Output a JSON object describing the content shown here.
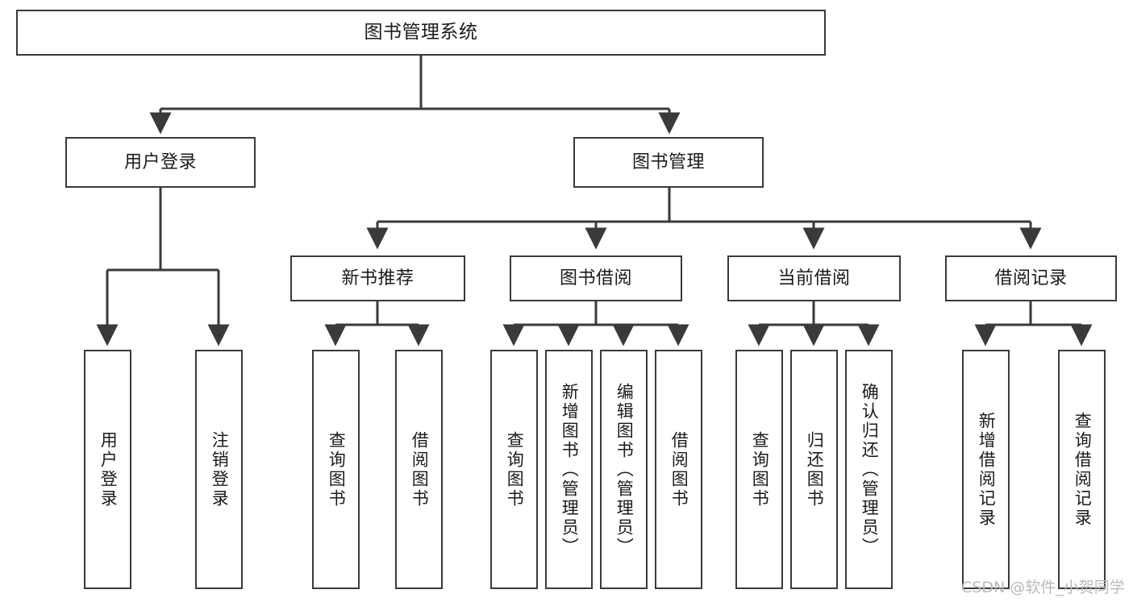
{
  "diagram": {
    "title": "图书管理系统",
    "type": "tree-hierarchy-chart",
    "orientation": "top-down",
    "colors": {
      "box_border": "#3a3a3a",
      "box_fill": "#ffffff",
      "edge": "#3a3a3a",
      "text": "#1b1b1b",
      "watermark": "#b9b9b9",
      "background": "#ffffff"
    }
  },
  "root": {
    "label": "图书管理系统"
  },
  "level2": [
    {
      "label": "用户登录"
    },
    {
      "label": "图书管理"
    }
  ],
  "level3": [
    {
      "label": "新书推荐"
    },
    {
      "label": "图书借阅"
    },
    {
      "label": "当前借阅"
    },
    {
      "label": "借阅记录"
    }
  ],
  "leaves": {
    "user_login": [
      {
        "label": "用户登录"
      },
      {
        "label": "注销登录"
      }
    ],
    "new_book_recommend": [
      {
        "label": "查询图书"
      },
      {
        "label": "借阅图书"
      }
    ],
    "book_borrow": [
      {
        "label": "查询图书"
      },
      {
        "label": "新增图书（管理员）"
      },
      {
        "label": "编辑图书（管理员）"
      },
      {
        "label": "借阅图书"
      }
    ],
    "current_borrow": [
      {
        "label": "查询图书"
      },
      {
        "label": "归还图书"
      },
      {
        "label": "确认归还（管理员）"
      }
    ],
    "borrow_record": [
      {
        "label": "新增借阅记录"
      },
      {
        "label": "查询借阅记录"
      }
    ]
  },
  "watermark": {
    "text": "CSDN @软件_小贺同学"
  },
  "chart_data": {
    "type": "table",
    "title": "图书管理系统",
    "nodes": [
      {
        "id": "root",
        "label": "图书管理系统",
        "level": 0,
        "parent": null
      },
      {
        "id": "user-login",
        "label": "用户登录",
        "level": 1,
        "parent": "root"
      },
      {
        "id": "book-manage",
        "label": "图书管理",
        "level": 1,
        "parent": "root"
      },
      {
        "id": "user-login-leaf-1",
        "label": "用户登录",
        "level": 2,
        "parent": "user-login"
      },
      {
        "id": "user-login-leaf-2",
        "label": "注销登录",
        "level": 2,
        "parent": "user-login"
      },
      {
        "id": "new-book",
        "label": "新书推荐",
        "level": 2,
        "parent": "book-manage"
      },
      {
        "id": "book-borrow",
        "label": "图书借阅",
        "level": 2,
        "parent": "book-manage"
      },
      {
        "id": "current-borrow",
        "label": "当前借阅",
        "level": 2,
        "parent": "book-manage"
      },
      {
        "id": "borrow-record",
        "label": "借阅记录",
        "level": 2,
        "parent": "book-manage"
      },
      {
        "id": "new-book-leaf-1",
        "label": "查询图书",
        "level": 3,
        "parent": "new-book"
      },
      {
        "id": "new-book-leaf-2",
        "label": "借阅图书",
        "level": 3,
        "parent": "new-book"
      },
      {
        "id": "book-borrow-leaf-1",
        "label": "查询图书",
        "level": 3,
        "parent": "book-borrow"
      },
      {
        "id": "book-borrow-leaf-2",
        "label": "新增图书（管理员）",
        "level": 3,
        "parent": "book-borrow"
      },
      {
        "id": "book-borrow-leaf-3",
        "label": "编辑图书（管理员）",
        "level": 3,
        "parent": "book-borrow"
      },
      {
        "id": "book-borrow-leaf-4",
        "label": "借阅图书",
        "level": 3,
        "parent": "book-borrow"
      },
      {
        "id": "current-borrow-leaf-1",
        "label": "查询图书",
        "level": 3,
        "parent": "current-borrow"
      },
      {
        "id": "current-borrow-leaf-2",
        "label": "归还图书",
        "level": 3,
        "parent": "current-borrow"
      },
      {
        "id": "current-borrow-leaf-3",
        "label": "确认归还（管理员）",
        "level": 3,
        "parent": "current-borrow"
      },
      {
        "id": "borrow-record-leaf-1",
        "label": "新增借阅记录",
        "level": 3,
        "parent": "borrow-record"
      },
      {
        "id": "borrow-record-leaf-2",
        "label": "查询借阅记录",
        "level": 3,
        "parent": "borrow-record"
      }
    ]
  }
}
